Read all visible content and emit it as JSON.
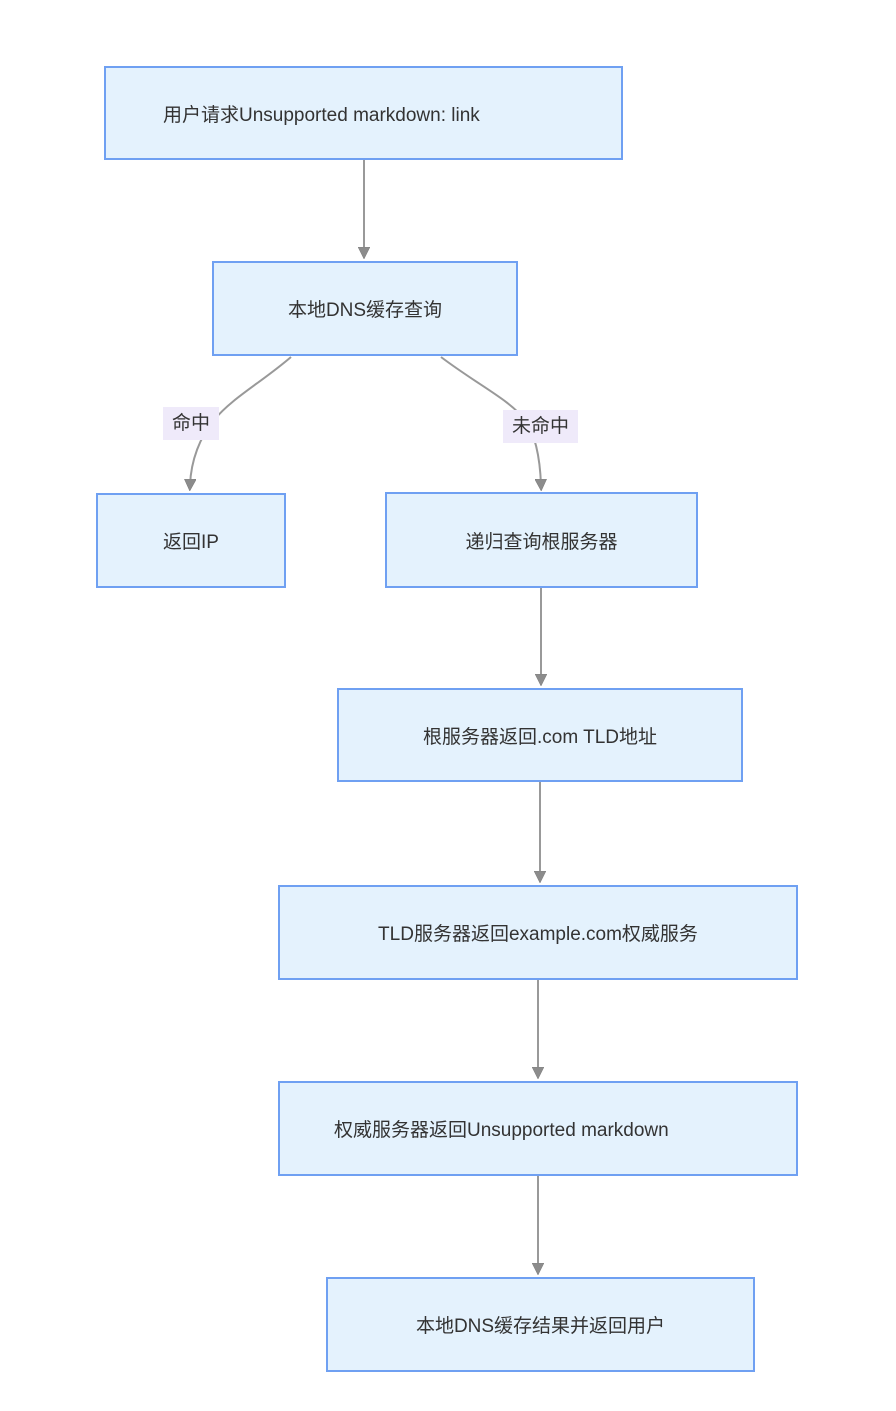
{
  "diagram": {
    "type": "flowchart",
    "direction": "top-down",
    "colors": {
      "node_fill": "#e4f2fd",
      "node_border": "#6fa0f2",
      "edge_line": "#999999",
      "arrowhead": "#8c8c8c",
      "edge_label_bg": "#efeafa",
      "text": "#333333",
      "background": "#ffffff"
    },
    "nodes": [
      {
        "label": "用户请求Unsupported markdown: link"
      },
      {
        "label": "本地DNS缓存查询"
      },
      {
        "label": "返回IP"
      },
      {
        "label": "递归查询根服务器"
      },
      {
        "label": "根服务器返回.com TLD地址"
      },
      {
        "label": "TLD服务器返回example.com权威服务"
      },
      {
        "label": "权威服务器返回Unsupported markdown"
      },
      {
        "label": "本地DNS缓存结果并返回用户"
      }
    ],
    "edges": [
      {
        "from": 0,
        "to": 1,
        "label": ""
      },
      {
        "from": 1,
        "to": 2,
        "label": "命中"
      },
      {
        "from": 1,
        "to": 3,
        "label": "未命中"
      },
      {
        "from": 3,
        "to": 4,
        "label": ""
      },
      {
        "from": 4,
        "to": 5,
        "label": ""
      },
      {
        "from": 5,
        "to": 6,
        "label": ""
      },
      {
        "from": 6,
        "to": 7,
        "label": ""
      }
    ]
  }
}
